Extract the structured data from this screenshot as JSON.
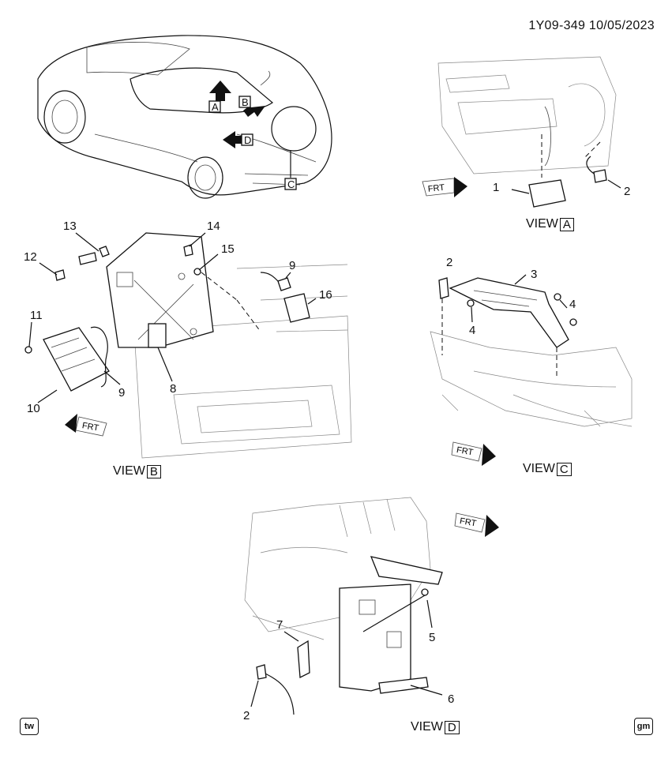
{
  "header": {
    "doc_id": "1Y09-349  10/05/2023"
  },
  "views": {
    "a": {
      "word": "VIEW",
      "letter": "A"
    },
    "b": {
      "word": "VIEW",
      "letter": "B"
    },
    "c": {
      "word": "VIEW",
      "letter": "C"
    },
    "d": {
      "word": "VIEW",
      "letter": "D"
    }
  },
  "car_callouts": {
    "a": "A",
    "b": "B",
    "c": "C",
    "d": "D"
  },
  "frt_label": "FRT",
  "callouts": {
    "a1": "1",
    "a2": "2",
    "b8": "8",
    "b9a": "9",
    "b9b": "9",
    "b10": "10",
    "b11": "11",
    "b12": "12",
    "b13": "13",
    "b14": "14",
    "b15": "15",
    "b16": "16",
    "c2": "2",
    "c3": "3",
    "c4a": "4",
    "c4b": "4",
    "d2": "2",
    "d5": "5",
    "d6": "6",
    "d7": "7"
  },
  "footer": {
    "left_logo": "tw",
    "right_logo": "gm"
  }
}
